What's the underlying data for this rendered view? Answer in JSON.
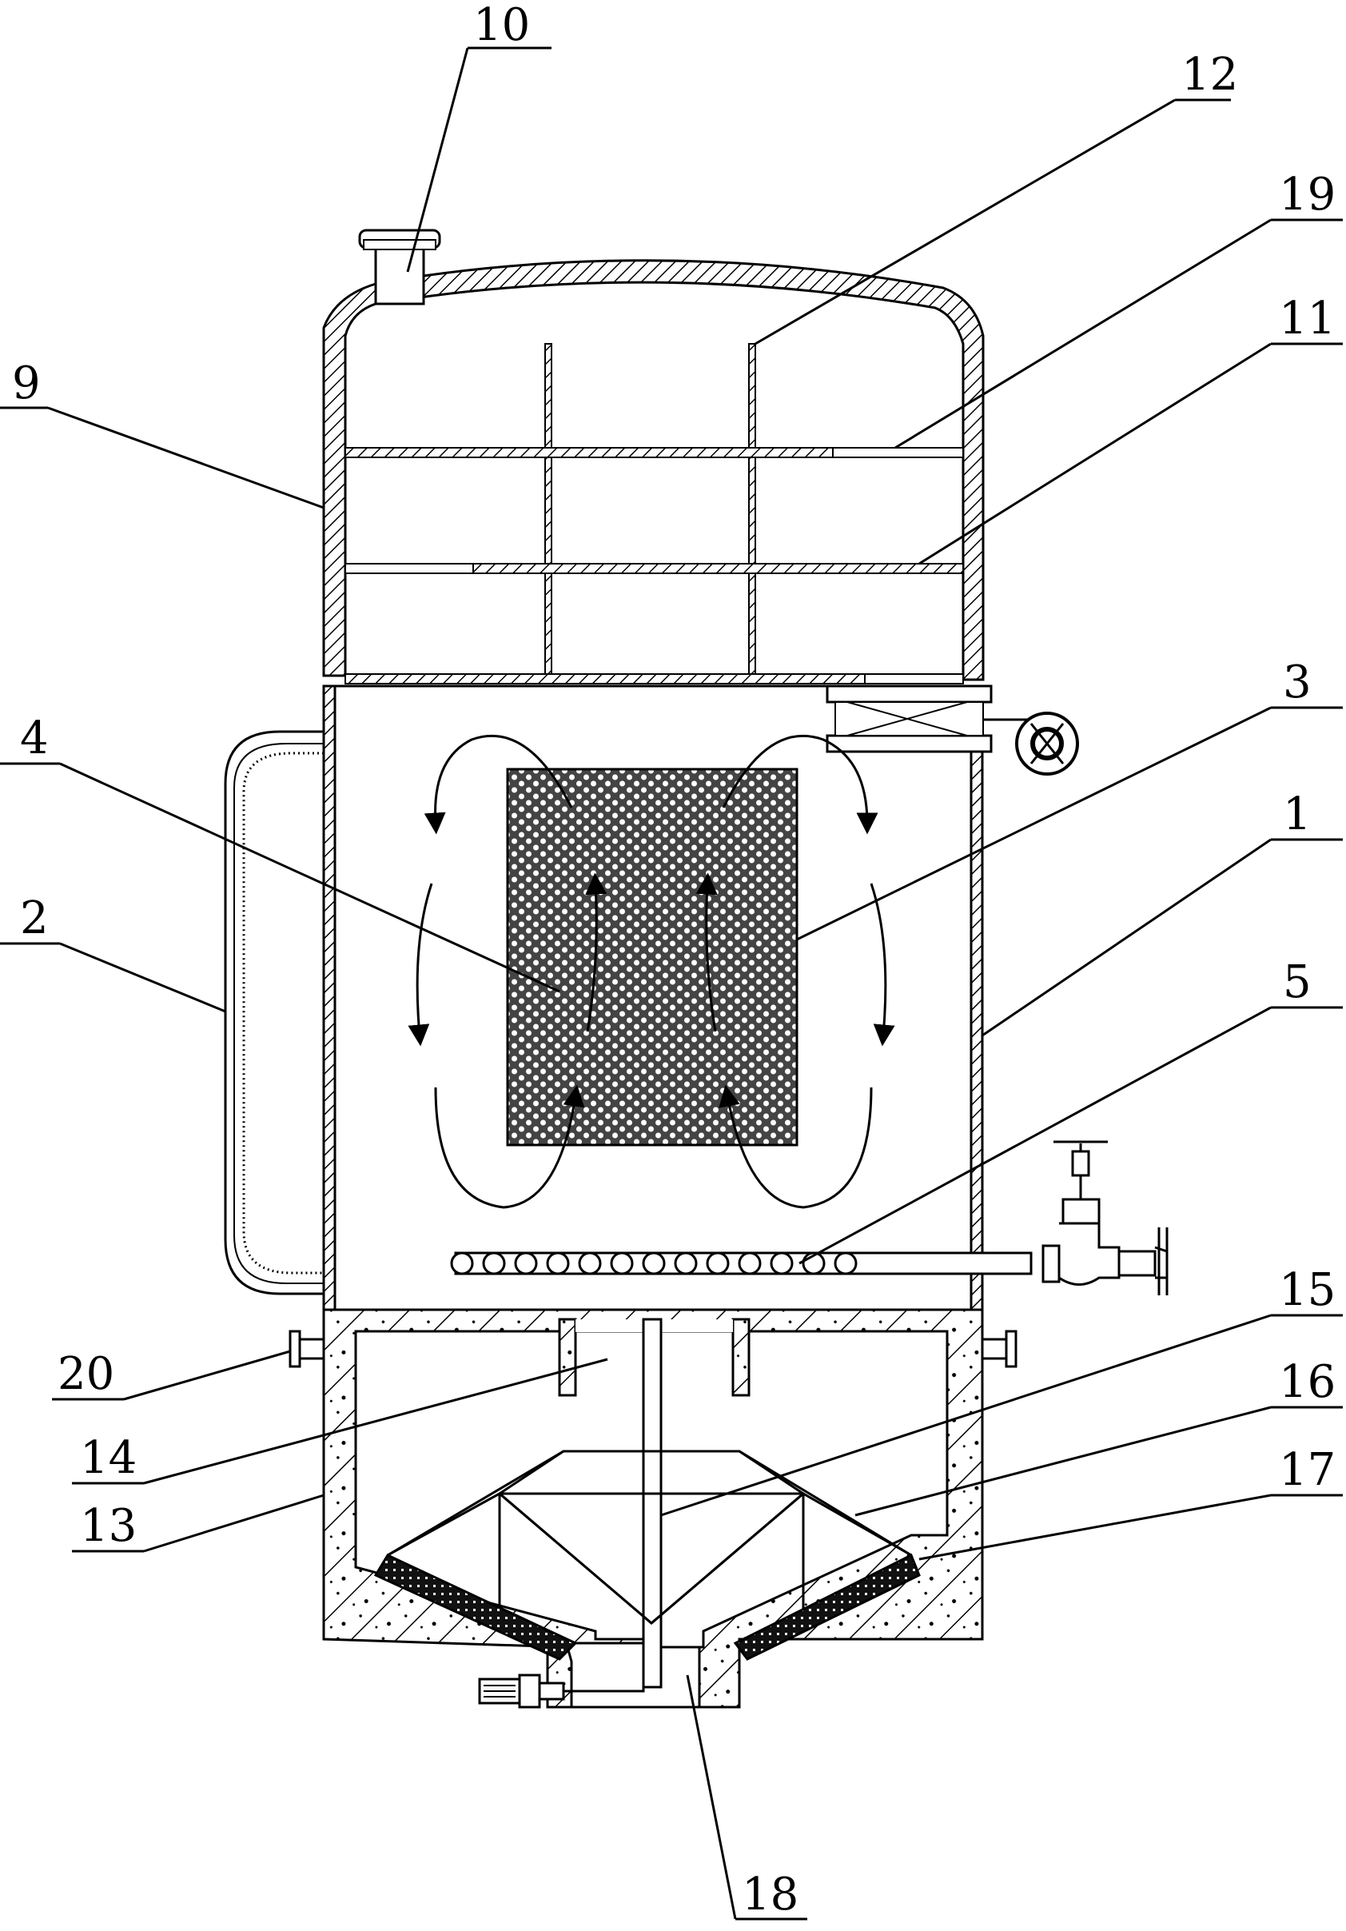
{
  "labels": {
    "l10": "10",
    "l12": "12",
    "l19": "19",
    "l9": "9",
    "l11": "11",
    "l3": "3",
    "l4": "4",
    "l1": "1",
    "l2": "2",
    "l5": "5",
    "l15": "15",
    "l16": "16",
    "l17": "17",
    "l20": "20",
    "l14": "14",
    "l13": "13",
    "l18": "18"
  },
  "colors": {
    "ink": "#000000",
    "paper": "#ffffff"
  }
}
